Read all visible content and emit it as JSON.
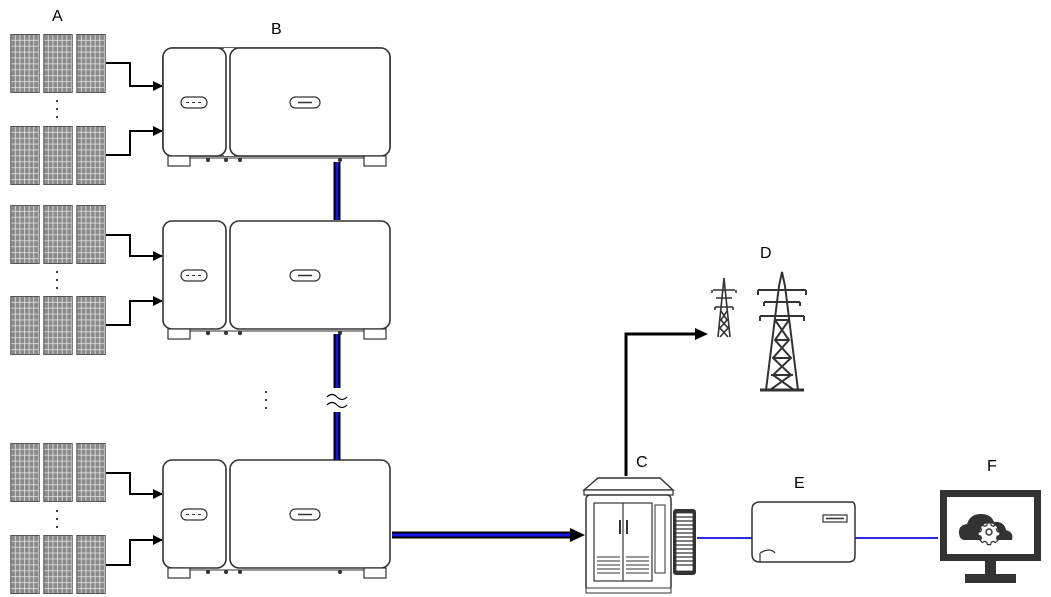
{
  "labels": {
    "pv_strings": "A",
    "inverter": "B",
    "transformer_station": "C",
    "power_grid": "D",
    "smartlogger": "E",
    "management_system": "F"
  },
  "colors": {
    "line": "#000000",
    "ac_power_cable": "#1515e6",
    "comm_cable": "#2a2ae0",
    "panel_fill": "#8a8a8a",
    "panel_grid": "#e0e0e0"
  },
  "icons": {
    "pv_module": "solar-panel-icon",
    "inverter": "inverter-icon",
    "transformer": "box-transformer-icon",
    "tower": "transmission-tower-icon",
    "logger": "data-logger-icon",
    "monitor": "monitor-cloud-gear-icon"
  }
}
